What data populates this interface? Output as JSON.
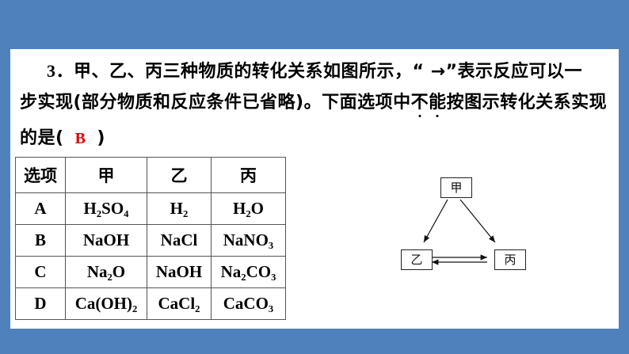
{
  "question": {
    "number": "3．",
    "line1": "甲、乙、丙三种物质的转化关系如图所示，“ →”表示反应可以一",
    "line2_a": "步实现(部分物质和反应条件已省略)。下面选项中",
    "line2_emph1": "不",
    "line2_emph2": "能",
    "line2_b": "按图示转化关系实现",
    "line3_prefix": "的是(",
    "answer": "B",
    "line3_suffix": ")"
  },
  "table": {
    "headers": [
      "选项",
      "甲",
      "乙",
      "丙"
    ],
    "rows": [
      {
        "option": "A",
        "jia": "H₂SO₄",
        "yi": "H₂",
        "bing": "H₂O"
      },
      {
        "option": "B",
        "jia": "NaOH",
        "yi": "NaCl",
        "bing": "NaNO₃"
      },
      {
        "option": "C",
        "jia": "Na₂O",
        "yi": "NaOH",
        "bing": "Na₂CO₃"
      },
      {
        "option": "D",
        "jia": "Ca(OH)₂",
        "yi": "CaCl₂",
        "bing": "CaCO₃"
      }
    ]
  },
  "diagram": {
    "nodes": {
      "top": "甲",
      "left": "乙",
      "right": "丙"
    },
    "edges": [
      {
        "from": "甲",
        "to": "乙"
      },
      {
        "from": "甲",
        "to": "丙"
      },
      {
        "from": "乙",
        "to": "丙"
      },
      {
        "from": "丙",
        "to": "乙"
      }
    ]
  },
  "colors": {
    "background": "#4f81bd",
    "panel": "#ffffff",
    "answer": "#e00000"
  }
}
